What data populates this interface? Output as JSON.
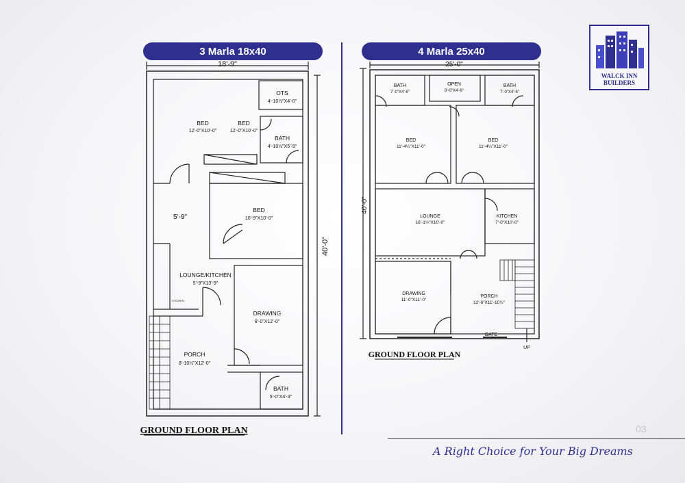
{
  "left_plan": {
    "title": "3 Marla 18x40",
    "width_dim": "18'-9\"",
    "depth_dim": "40'-0\"",
    "passage_dim": "5'-9\"",
    "rooms": [
      {
        "name": "OTS",
        "size": "4'-10½\"X4'-0\""
      },
      {
        "name": "BED",
        "size": "12'-0\"X10'-0\""
      },
      {
        "name": "BED",
        "size": "12'-0\"X10'-0\""
      },
      {
        "name": "BATH",
        "size": "4'-10½\"X5'-9\""
      },
      {
        "name": "BED",
        "size": "10'-9\"X10'-0\""
      },
      {
        "name": "LOUNGE/KITCHEN",
        "size": "5'-9\"X13'-9\""
      },
      {
        "name": "DRAWING",
        "size": "8'-0\"X12'-0\""
      },
      {
        "name": "PORCH",
        "size": "8'-10½\"X12'-0\""
      },
      {
        "name": "BATH",
        "size": "5'-0\"X4'-3\""
      }
    ],
    "kitchen_tag": "KITCHEN",
    "caption": "GROUND FLOOR PLAN"
  },
  "right_plan": {
    "title": "4 Marla 25x40",
    "width_dim": "25'-0\"",
    "depth_dim": "40'-0\"",
    "rooms": [
      {
        "name": "BATH",
        "size": "7'-0\"X4'-6\""
      },
      {
        "name": "OPEN",
        "size": "8'-0\"X4'-6\""
      },
      {
        "name": "BATH",
        "size": "7'-0\"X4'-6\""
      },
      {
        "name": "BED",
        "size": "11'-4¼\"X11'-0\""
      },
      {
        "name": "BED",
        "size": "11'-4¼\"X11'-0\""
      },
      {
        "name": "LOUNGE",
        "size": "16'-1½\"X10'-0\""
      },
      {
        "name": "KITCHEN",
        "size": "7'-0\"X10'-0\""
      },
      {
        "name": "DRAWING",
        "size": "11'-0\"X11'-0\""
      },
      {
        "name": "PORCH",
        "size": "12'-6\"X11'-10½\""
      }
    ],
    "gate": "GATE",
    "up": "UP",
    "caption": "GROUND FLOOR PLAN"
  },
  "brand": {
    "line1": "WALCK INN",
    "line2": "BUILDERS",
    "icon": "buildings-logo-icon",
    "color": "#2e2f8f"
  },
  "tagline": "A Right Choice for Your Big Dreams",
  "page_number": "03"
}
